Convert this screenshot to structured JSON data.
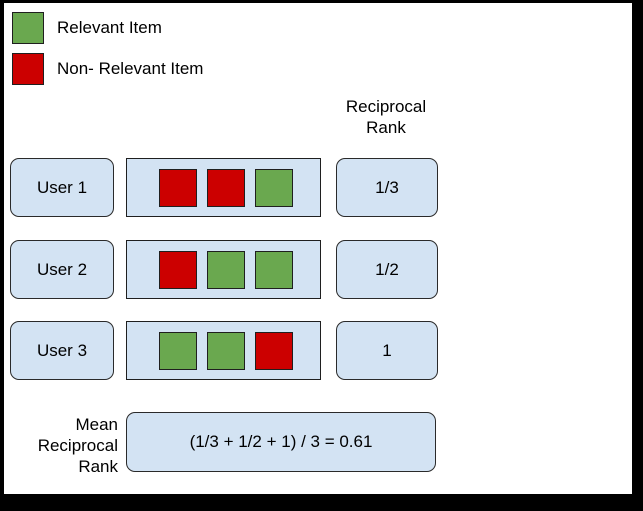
{
  "diagram": {
    "title_header": "Reciprocal\nRank",
    "legend": [
      {
        "swatch": "green-swatch",
        "color": "#6aa84f",
        "label": "Relevant Item"
      },
      {
        "swatch": "red-swatch",
        "color": "#cc0000",
        "label": "Non- Relevant Item"
      }
    ],
    "rows": [
      {
        "user_label": "User 1",
        "items": [
          "red",
          "red",
          "green"
        ],
        "reciprocal_rank": "1/3"
      },
      {
        "user_label": "User 2",
        "items": [
          "red",
          "green",
          "green"
        ],
        "reciprocal_rank": "1/2"
      },
      {
        "user_label": "User 3",
        "items": [
          "green",
          "green",
          "red"
        ],
        "reciprocal_rank": "1"
      }
    ],
    "summary": {
      "label": "Mean\nReciprocal\nRank",
      "formula": "(1/3 + 1/2 + 1) / 3 = 0.61"
    },
    "colors": {
      "relevant": "#6aa84f",
      "non_relevant": "#cc0000",
      "box_fill": "#d3e3f3",
      "box_border": "#2a2a2a",
      "canvas": "#ffffff",
      "frame": "#000000"
    }
  }
}
